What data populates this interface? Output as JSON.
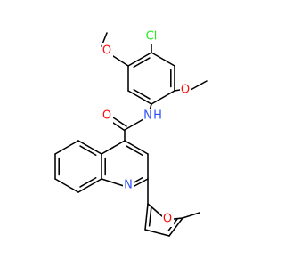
{
  "colors": {
    "bond": "#000000",
    "carbon": "#000000",
    "oxygen": "#ff0d0d",
    "nitrogen": "#3050f8",
    "chlorine": "#1ff01f",
    "background": "#ffffff"
  },
  "atoms": [
    {
      "id": "cl",
      "symbol": "Cl",
      "color_key": "chlorine"
    },
    {
      "id": "o_ome_top",
      "symbol": "O",
      "color_key": "oxygen"
    },
    {
      "id": "o_ome_right",
      "symbol": "O",
      "color_key": "oxygen"
    },
    {
      "id": "o_carbonyl",
      "symbol": "O",
      "color_key": "oxygen"
    },
    {
      "id": "n_amide",
      "symbol": "N",
      "color_key": "nitrogen"
    },
    {
      "id": "h_amide",
      "symbol": "H",
      "color_key": "nitrogen"
    },
    {
      "id": "n_quinoline",
      "symbol": "N",
      "color_key": "nitrogen"
    },
    {
      "id": "o_furan",
      "symbol": "O",
      "color_key": "oxygen"
    }
  ]
}
